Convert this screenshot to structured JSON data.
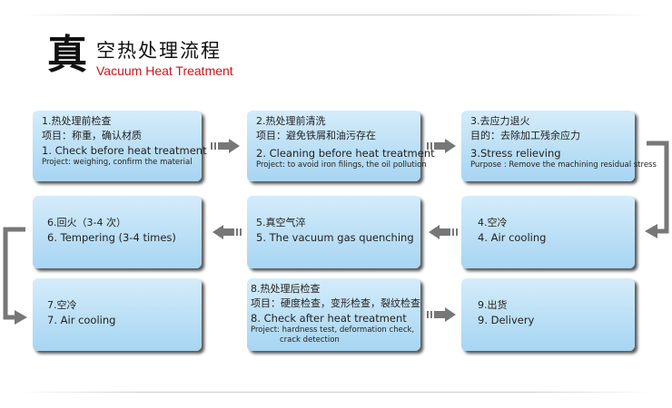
{
  "header": {
    "big_char": "真",
    "title_cn": "空热处理流程",
    "title_en": "Vacuum Heat Treatment"
  },
  "steps": [
    {
      "cn_title": "1.热处理前检查",
      "cn_desc": "项目：称重，确认材质",
      "en_title": "1. Check before heat treatment",
      "en_desc": "Project: weighing, confirm the material"
    },
    {
      "cn_title": "2.热处理前清洗",
      "cn_desc": "项目：避免铁屑和油污存在",
      "en_title": "2. Cleaning before heat treatment",
      "en_desc": "Project: to avoid iron filings, the oil pollution"
    },
    {
      "cn_title": "3.去应力退火",
      "cn_desc": "目的：去除加工残余应力",
      "en_title": "3.Stress relieving",
      "en_desc": "Purpose : Remove the machining residual stress"
    },
    {
      "cn_title": "4.空冷",
      "en_title": "4. Air cooling"
    },
    {
      "cn_title": "5.真空气淬",
      "en_title": "5. The vacuum gas quenching"
    },
    {
      "cn_title": "6.回火（3-4 次）",
      "en_title": "6. Tempering (3-4 times)"
    },
    {
      "cn_title": "7.空冷",
      "en_title": "7. Air cooling"
    },
    {
      "cn_title": "8.热处理后检查",
      "cn_desc": "项目：硬度检查，变形检查，裂纹检查",
      "en_title": "8. Check after heat treatment",
      "en_desc": "Project: hardness test, deformation check,",
      "en_desc2": "crack detection"
    },
    {
      "cn_title": "9.出货",
      "en_title": "9. Delivery"
    }
  ],
  "colors": {
    "box_top": "#d4ecfa",
    "box_bottom": "#a7d5f2",
    "arrow": "#777777",
    "title_en": "#c8161d"
  }
}
